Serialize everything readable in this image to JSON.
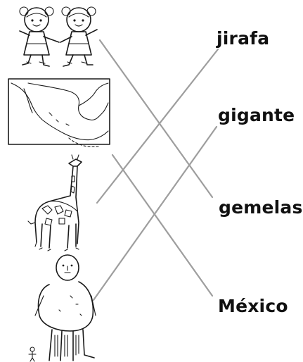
{
  "words": {
    "jirafa": "jirafa",
    "gigante": "gigante",
    "gemelas": "gemelas",
    "mexico": "México"
  },
  "pictures": [
    {
      "name": "twins-picture"
    },
    {
      "name": "mexico-map-picture"
    },
    {
      "name": "giraffe-picture"
    },
    {
      "name": "giant-picture"
    }
  ],
  "colors": {
    "connector": "#9e9e9e",
    "ink": "#1a1a1a",
    "text": "#111111"
  }
}
